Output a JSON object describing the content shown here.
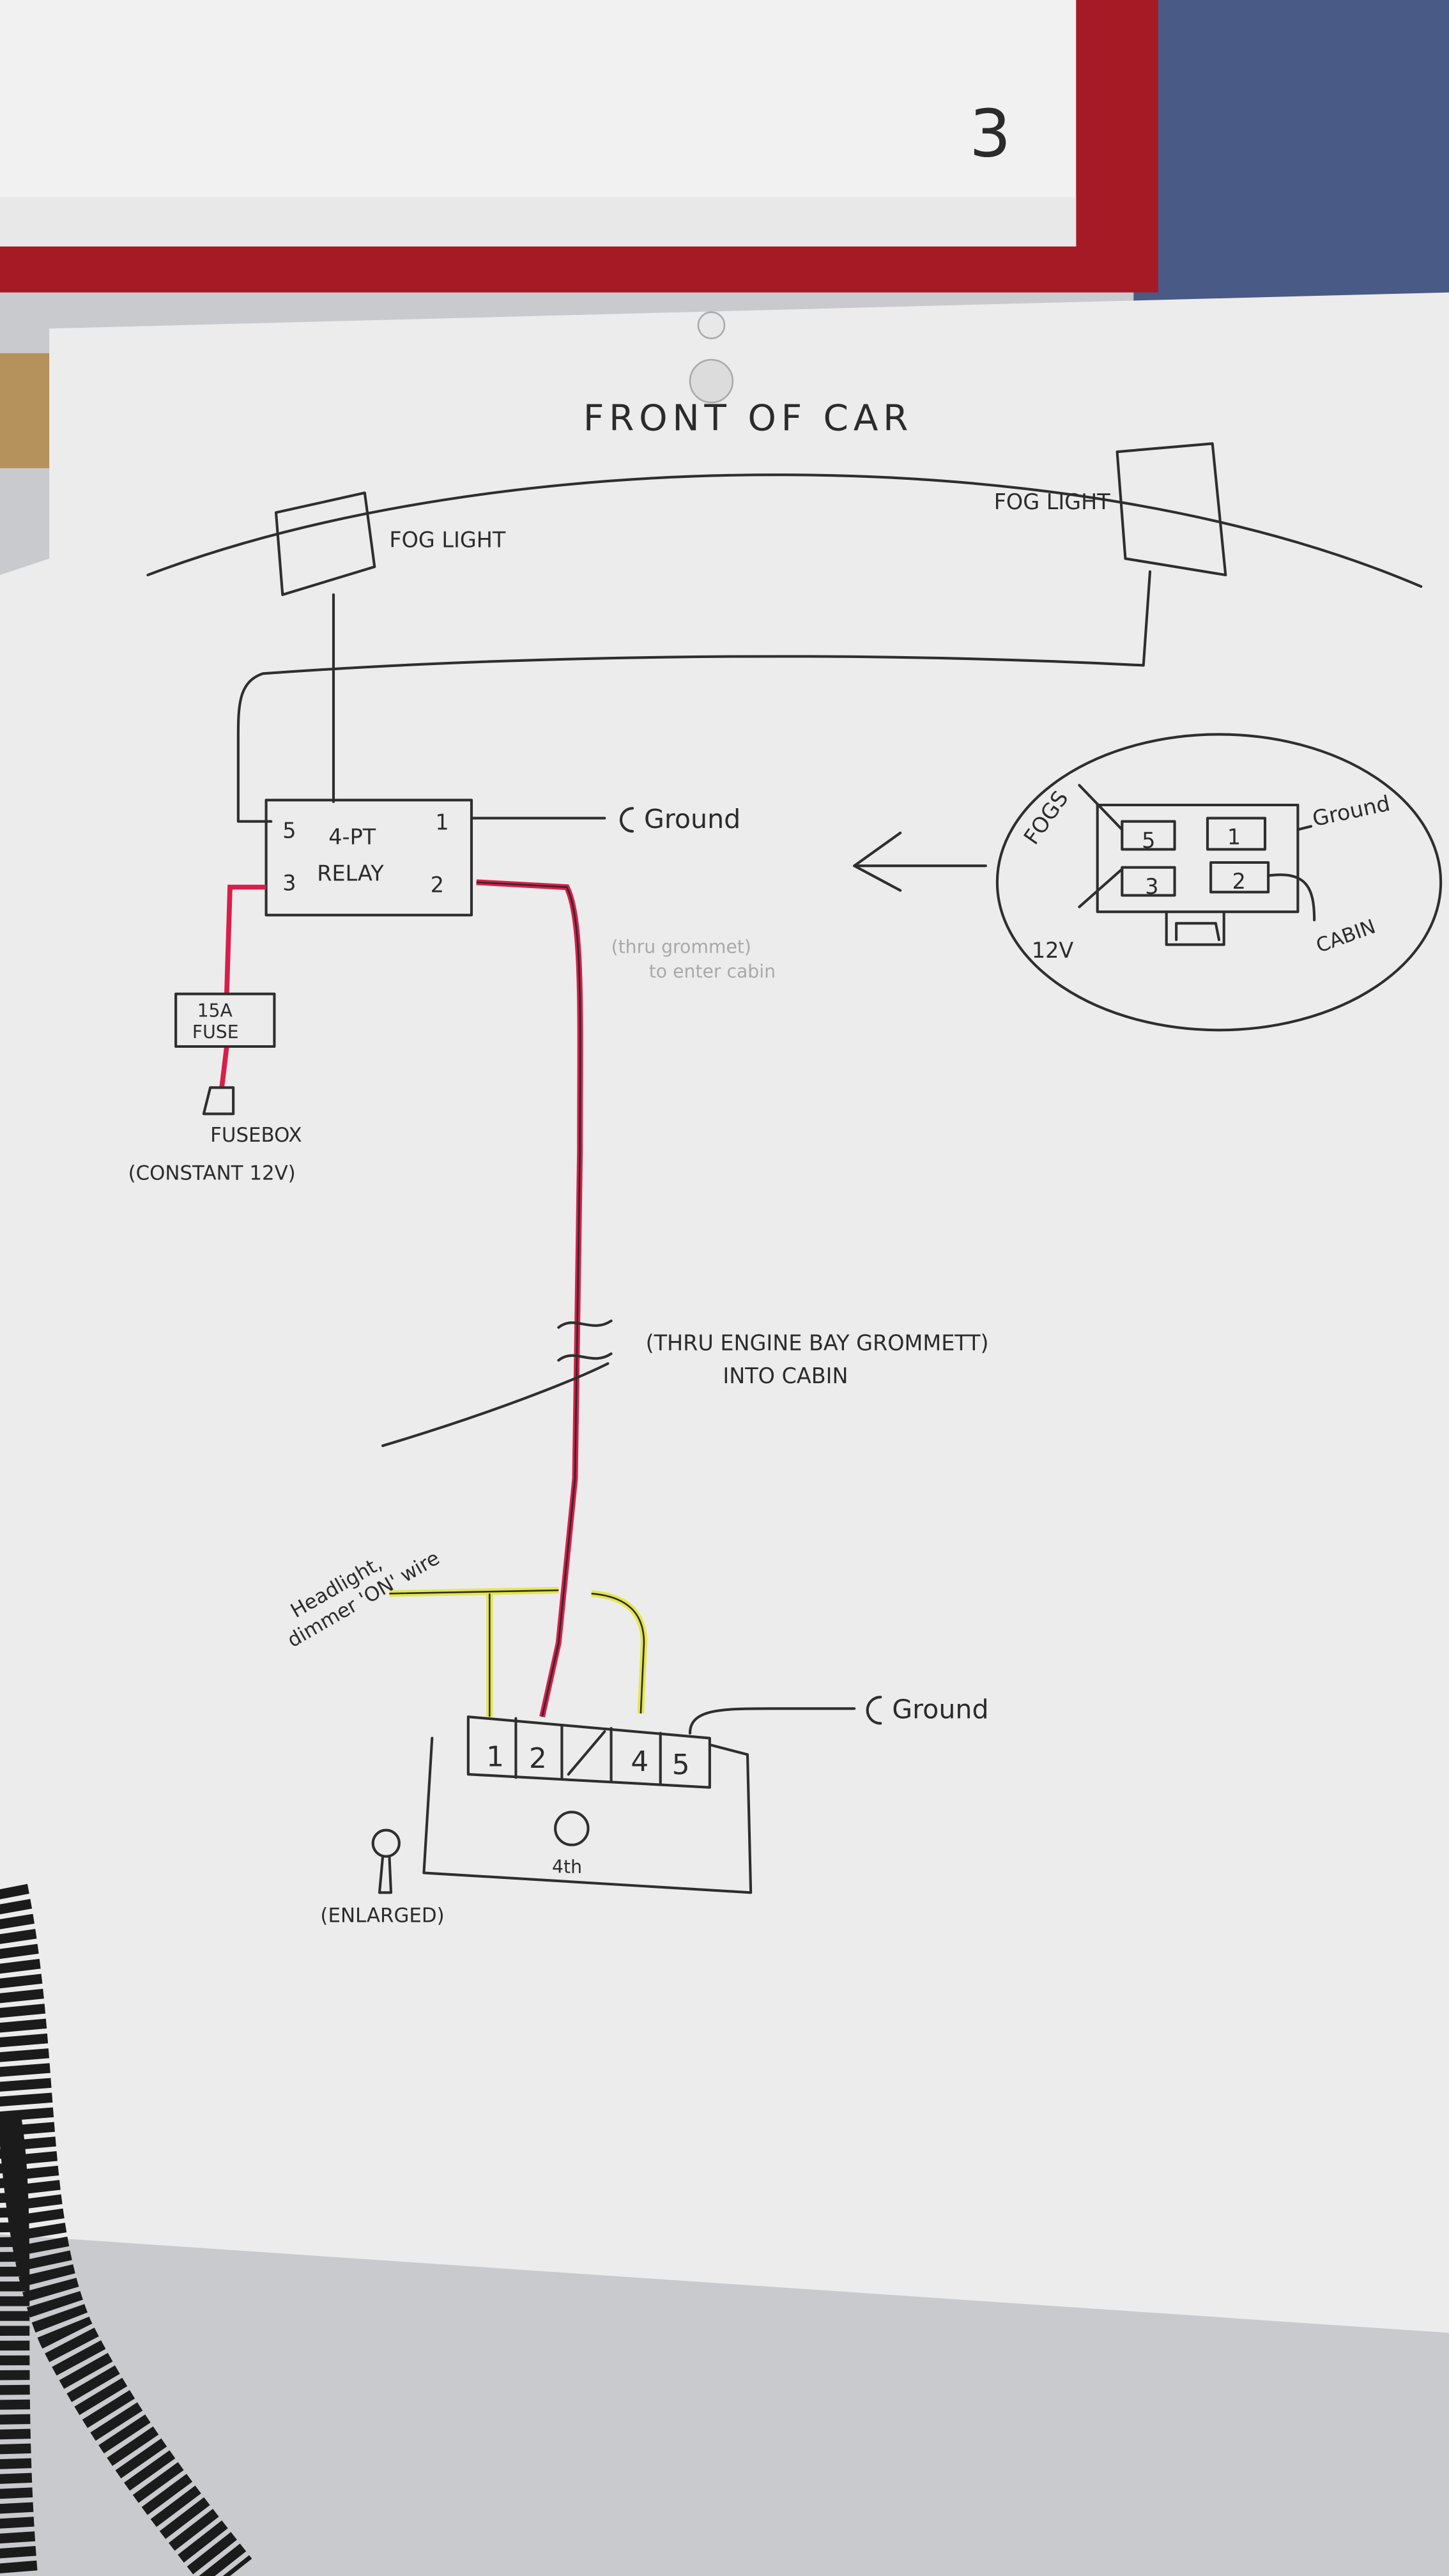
{
  "title": "FRONT OF CAR",
  "fog_lights": {
    "left_label": "FOG LIGHT",
    "right_label": "FOG LIGHT"
  },
  "relay": {
    "line1": "4-PT",
    "line2": "RELAY",
    "pins": {
      "p5": "5",
      "p3": "3",
      "p1": "1",
      "p2": "2"
    },
    "ground_label": "Ground"
  },
  "fuse": {
    "line1": "15A",
    "line2": "FUSE"
  },
  "fusebox": {
    "line1": "FUSEBOX",
    "line2": "(CONSTANT 12V)"
  },
  "notes": {
    "faint_line1": "(thru grommet)",
    "faint_line2": "to enter cabin",
    "grommet_line1": "(THRU ENGINE BAY GROMMETT)",
    "grommet_line2": "INTO CABIN"
  },
  "inset": {
    "pins": {
      "p5": "5",
      "p1": "1",
      "p3": "3",
      "p2": "2"
    },
    "fogs_label": "FOGS",
    "ground_label": "Ground",
    "v12_label": "12V",
    "cabin_label": "CABIN"
  },
  "switch": {
    "wire_label_line1": "Headlight,",
    "wire_label_line2": "dimmer 'ON' wire",
    "terminals": [
      "1",
      "2",
      "/",
      "4",
      "5"
    ],
    "ground_label": "Ground",
    "knob_label": "4th",
    "enlarged_label": "(ENLARGED)"
  },
  "folder_mark": "3",
  "colors": {
    "red_wire": "#d81e4a",
    "yellow_wire": "#e4e64a",
    "folder": "#b01c27",
    "fabric": "#4a5a86",
    "paper": "#ececec"
  }
}
